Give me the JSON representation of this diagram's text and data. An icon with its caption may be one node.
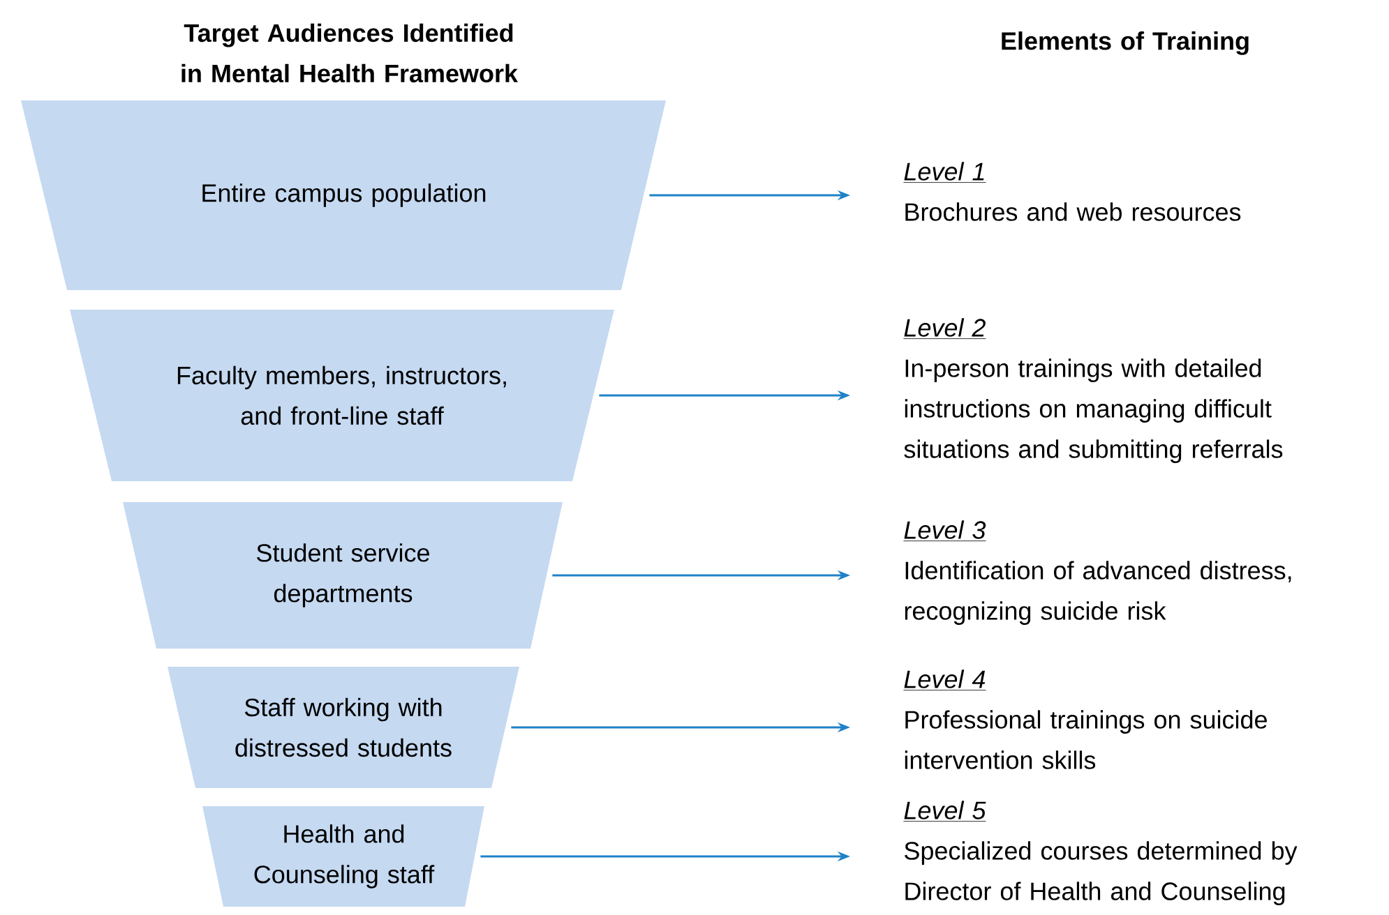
{
  "diagram": {
    "nodes": [
      {
        "text": [
          "Entire campus population"
        ]
      },
      {
        "text": [
          "Faculty members, instructors, and front-line staff"
        ]
      },
      {
        "text": [
          "Student service departments"
        ]
      },
      {
        "text": [
          "Staff working with distressed students"
        ]
      },
      {
        "text": [
          "Health and Counseling staff"
        ]
      },
      {
        "text": [
          "Level 1",
          "Brochures and web resources"
        ]
      },
      {
        "text": [
          "Level 2",
          "In-person trainings with detailed instructions on managing difficult situations and submitting referrals"
        ]
      },
      {
        "text": [
          "Level 3",
          "Identification of advanced distress, recognizing suicide risk"
        ]
      },
      {
        "text": [
          "Level 4",
          "Professional trainings on suicide intervention skills"
        ]
      },
      {
        "text": [
          "Level 5",
          "Specialized courses determined by Director of Health and Counseling"
        ]
      }
    ],
    "edges": [
      {
        "from": 0,
        "to": 5,
        "arrow": "to"
      },
      {
        "from": 1,
        "to": 6,
        "arrow": "to"
      },
      {
        "from": 2,
        "to": 7,
        "arrow": "to"
      },
      {
        "from": 3,
        "to": 8,
        "arrow": "to"
      },
      {
        "from": 4,
        "to": 9,
        "arrow": "to"
      }
    ],
    "labels": [
      "Target Audiences Identified in Mental Health Framework",
      "Elements of Training"
    ]
  }
}
